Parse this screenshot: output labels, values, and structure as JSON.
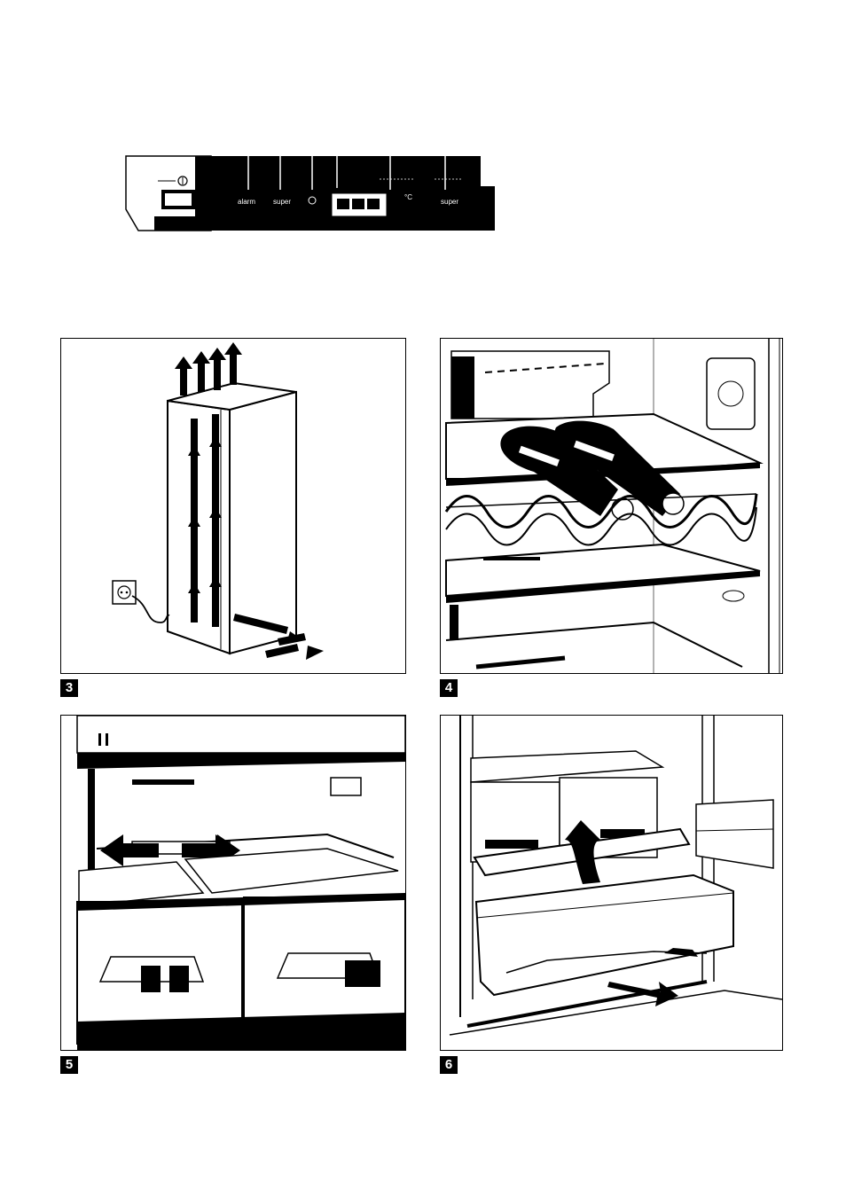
{
  "control_panel": {
    "alarm_label": "alarm",
    "super_label_left": "super",
    "super_label_right": "super",
    "power_symbol": "⏀",
    "unit_symbol": "°C"
  },
  "figures": [
    {
      "number": "3",
      "subject": "airflow-diagram"
    },
    {
      "number": "4",
      "subject": "wine-rack-shelf"
    },
    {
      "number": "5",
      "subject": "sliding-divider"
    },
    {
      "number": "6",
      "subject": "freezer-drawer"
    }
  ],
  "colors": {
    "ink": "#000000",
    "paper": "#ffffff",
    "shade": "#1a1a1a"
  }
}
